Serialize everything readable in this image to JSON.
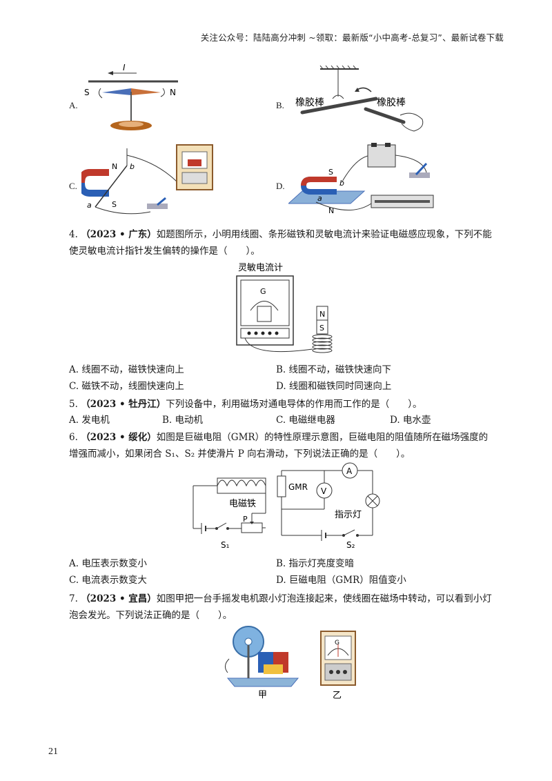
{
  "header": "关注公众号：陆陆高分冲刺 ~领取：最新版“小中高考-总复习”、最新试卷下载",
  "q3_figures": {
    "a": {
      "letter": "A.",
      "current_label": "I",
      "south": "S",
      "north": "N"
    },
    "b": {
      "letter": "B.",
      "rod_label_1": "橡胶棒",
      "rod_label_2": "橡胶棒"
    },
    "c": {
      "letter": "C.",
      "n": "N",
      "s": "S",
      "a": "a",
      "b": "b"
    },
    "d": {
      "letter": "D.",
      "s": "S",
      "n": "N",
      "a": "a",
      "b": "b"
    }
  },
  "q4": {
    "number": "4.",
    "source": "（2023 • 广东）",
    "text": "如题图所示，小明用线圈、条形磁铁和灵敏电流计来验证电磁感应现象，下列不能使灵敏电流计指针发生偏转的操作是（　　）。",
    "figure_label": "灵敏电流计",
    "g": "G",
    "n": "N",
    "s": "S",
    "options": [
      "A.  线圈不动，磁铁快速向上",
      "B.  线圈不动，磁铁快速向下",
      "C.  磁铁不动，线圈快速向上",
      "D.  线圈和磁铁同时同速向上"
    ]
  },
  "q5": {
    "number": "5.",
    "source": "（2023 • 牡丹江）",
    "text": "下列设备中，利用磁场对通电导体的作用而工作的是（　　）。",
    "options": [
      "A.  发电机",
      "B.  电动机",
      "C.  电磁继电器",
      "D.  电水壶"
    ]
  },
  "q6": {
    "number": "6.",
    "source": "（2023 • 绥化）",
    "text": "如图是巨磁电阻（GMR）的特性原理示意图，巨磁电阻的阻值随所在磁场强度的增强而减小，如果闭合 S₁、S₂ 并使滑片 P 向右滑动，下列说法正确的是（　　）。",
    "fig": {
      "electromagnet": "电磁铁",
      "gmr": "GMR",
      "p": "P",
      "s1": "S₁",
      "s2": "S₂",
      "ammeter": "A",
      "voltmeter": "V",
      "lamp_label": "指示灯"
    },
    "options": [
      "A.  电压表示数变小",
      "B.  指示灯亮度变暗",
      "C.  电流表示数变大",
      "D.  巨磁电阻（GMR）阻值变小"
    ]
  },
  "q7": {
    "number": "7.",
    "source": "（2023 • 宜昌）",
    "text": "如图甲把一台手摇发电机跟小灯泡连接起来，使线圈在磁场中转动，可以看到小灯泡会发光。下列说法正确的是（　　）。",
    "label_jia": "甲",
    "label_yi": "乙",
    "g": "G"
  },
  "page_number": "21"
}
